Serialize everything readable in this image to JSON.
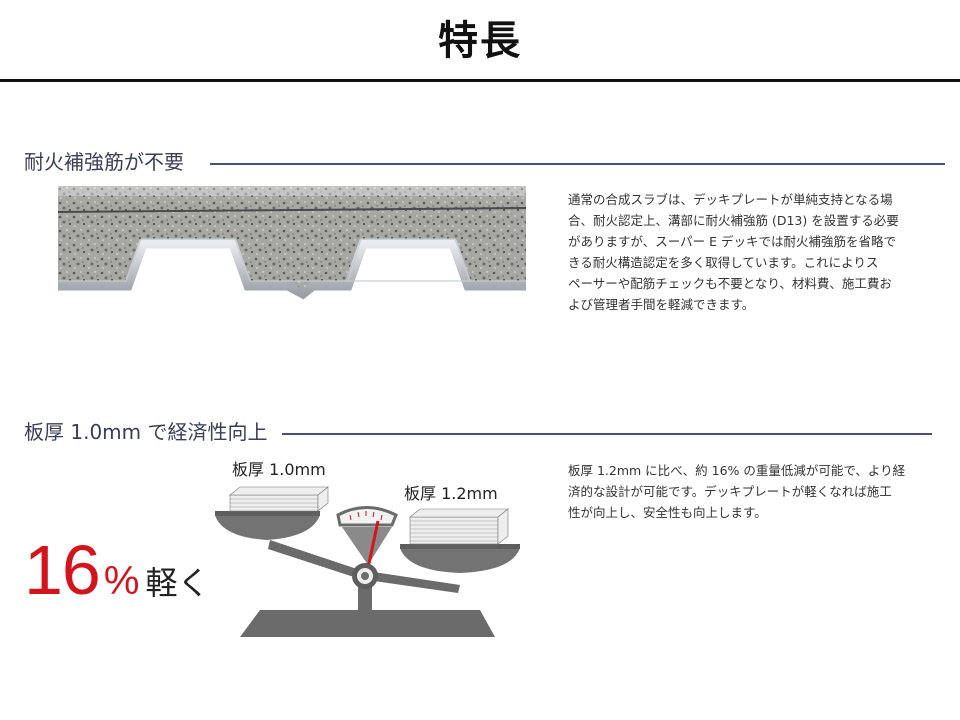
{
  "page": {
    "title": "特長"
  },
  "section1": {
    "heading": "耐火補強筋が不要",
    "lines": [
      "通常の合成スラブは、デッキプレートが単純支持となる場",
      "合、耐火認定上、溝部に耐火補強筋 (D13) を設置する必要",
      "がありますが、スーパー E デッキでは耐火補強筋を省略で",
      "きる耐火構造認定を多く取得しています。これによりス",
      "ペーサーや配筋チェックも不要となり、材料費、施工費お",
      "よび管理者手間を軽減できます。"
    ]
  },
  "section2": {
    "heading": "板厚 1.0mm で経済性向上",
    "lines": [
      "板厚 1.2mm に比べ、約 16% の重量低減が可能で、より経",
      "済的な設計が可能です。デッキプレートが軽くなれば施工",
      "性が向上し、安全性も向上します。"
    ],
    "left_plate_label": "板厚 1.0mm",
    "right_plate_label": "板厚 1.2mm",
    "callout": {
      "number": "16",
      "percent": "%",
      "word": "軽く"
    }
  },
  "colors": {
    "accent": "#d4141c",
    "rule": "#4a5170",
    "scale": "#6b6b6b"
  }
}
